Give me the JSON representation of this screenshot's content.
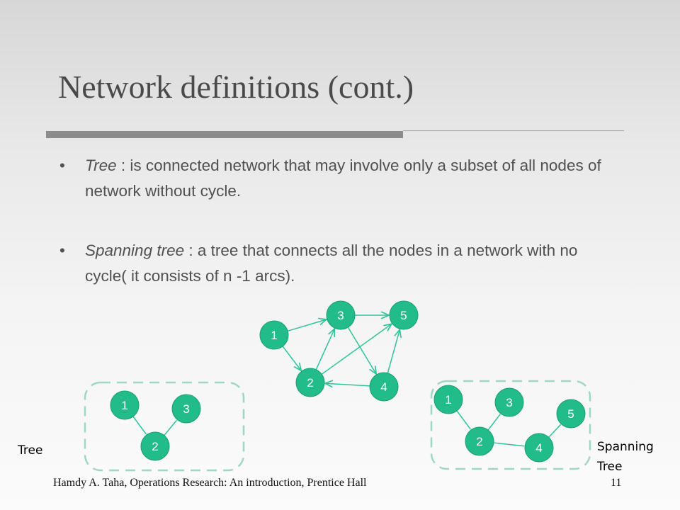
{
  "slide": {
    "title": "Network definitions (cont.)",
    "bullets": [
      {
        "term": "Tree",
        "text": " : is connected network that may involve only a subset of all nodes of network without cycle."
      },
      {
        "term": "Spanning tree",
        "text": " : a tree that connects all the nodes in a  network with no cycle( it consists of n -1 arcs)."
      }
    ],
    "labels": {
      "tree": "Tree",
      "spanning_tree": "Spanning Tree"
    },
    "footer": {
      "source": "Hamdy A. Taha, Operations Research: An introduction, Prentice Hall",
      "page": "11"
    }
  },
  "colors": {
    "node_fill": "#22bb8a",
    "node_stroke": "#1a9f73",
    "edge": "#2ec49a",
    "box_dash": "#9fd7c2",
    "title": "#4a4a4a"
  },
  "diagrams": {
    "network": {
      "nodes": [
        "1",
        "2",
        "3",
        "4",
        "5"
      ],
      "edges": [
        [
          "1",
          "3"
        ],
        [
          "1",
          "2"
        ],
        [
          "2",
          "3"
        ],
        [
          "2",
          "5"
        ],
        [
          "3",
          "5"
        ],
        [
          "3",
          "4"
        ],
        [
          "4",
          "2"
        ],
        [
          "4",
          "5"
        ]
      ],
      "directed": true
    },
    "tree": {
      "nodes": [
        "1",
        "2",
        "3"
      ],
      "edges": [
        [
          "1",
          "2"
        ],
        [
          "2",
          "3"
        ]
      ],
      "directed": false
    },
    "spanning_tree": {
      "nodes": [
        "1",
        "2",
        "3",
        "4",
        "5"
      ],
      "edges": [
        [
          "1",
          "2"
        ],
        [
          "2",
          "3"
        ],
        [
          "2",
          "4"
        ],
        [
          "4",
          "5"
        ]
      ],
      "directed": false
    }
  }
}
